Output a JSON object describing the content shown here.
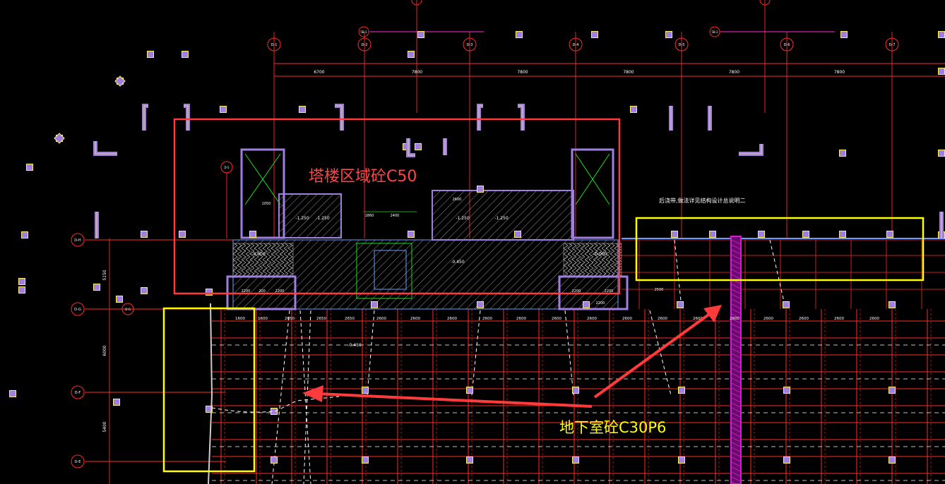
{
  "annotations": {
    "tower_zone": "塔楼区域砼C50",
    "basement_zone": "地下室砼C30P6",
    "note": "后浇带,做法详见结构设计总说明二"
  },
  "axis_labels": {
    "top": [
      "D-1",
      "D-2",
      "D-3",
      "D-4",
      "D-5",
      "D-6",
      "D-7"
    ],
    "top_small": [
      "5B-1",
      "5B-2"
    ],
    "left": [
      "D-H",
      "D-G",
      "D-F",
      "D-E"
    ],
    "misc": [
      "D-5",
      "D-G"
    ]
  },
  "top_dimensions": [
    "6700",
    "7800",
    "7800",
    "7800",
    "7800",
    "7800"
  ],
  "left_dimensions": [
    "5150",
    "6000",
    "5400"
  ],
  "grid_dimensions": [
    "1600",
    "1600",
    "2650",
    "2650",
    "2650",
    "2600",
    "2600",
    "2600",
    "2600",
    "2600",
    "2600",
    "2600",
    "2600",
    "2600",
    "2600",
    "2600",
    "2600",
    "2600",
    "2600",
    "2600"
  ],
  "elevations": [
    "-1.250",
    "-1.250",
    "-1.250",
    "-1.250",
    "-0.450",
    "-0.450",
    "-0.000",
    "-0.000"
  ],
  "small_dims": [
    "2200",
    "2200",
    "2200",
    "2200",
    "1860",
    "2400",
    "2600",
    "1050",
    "2500",
    "2200",
    "200"
  ],
  "colors": {
    "background": "#000000",
    "grid_red": "#ff2a2a",
    "dash_white": "#ffffff",
    "column_fill": "#9f7fe0",
    "column_edge": "#ffef6a",
    "axis_magenta": "#ff2fd0",
    "green": "#19e019",
    "annot_red": "#ff4545",
    "annot_yellow": "#ffff00",
    "post_pour": "#d01ed0"
  }
}
